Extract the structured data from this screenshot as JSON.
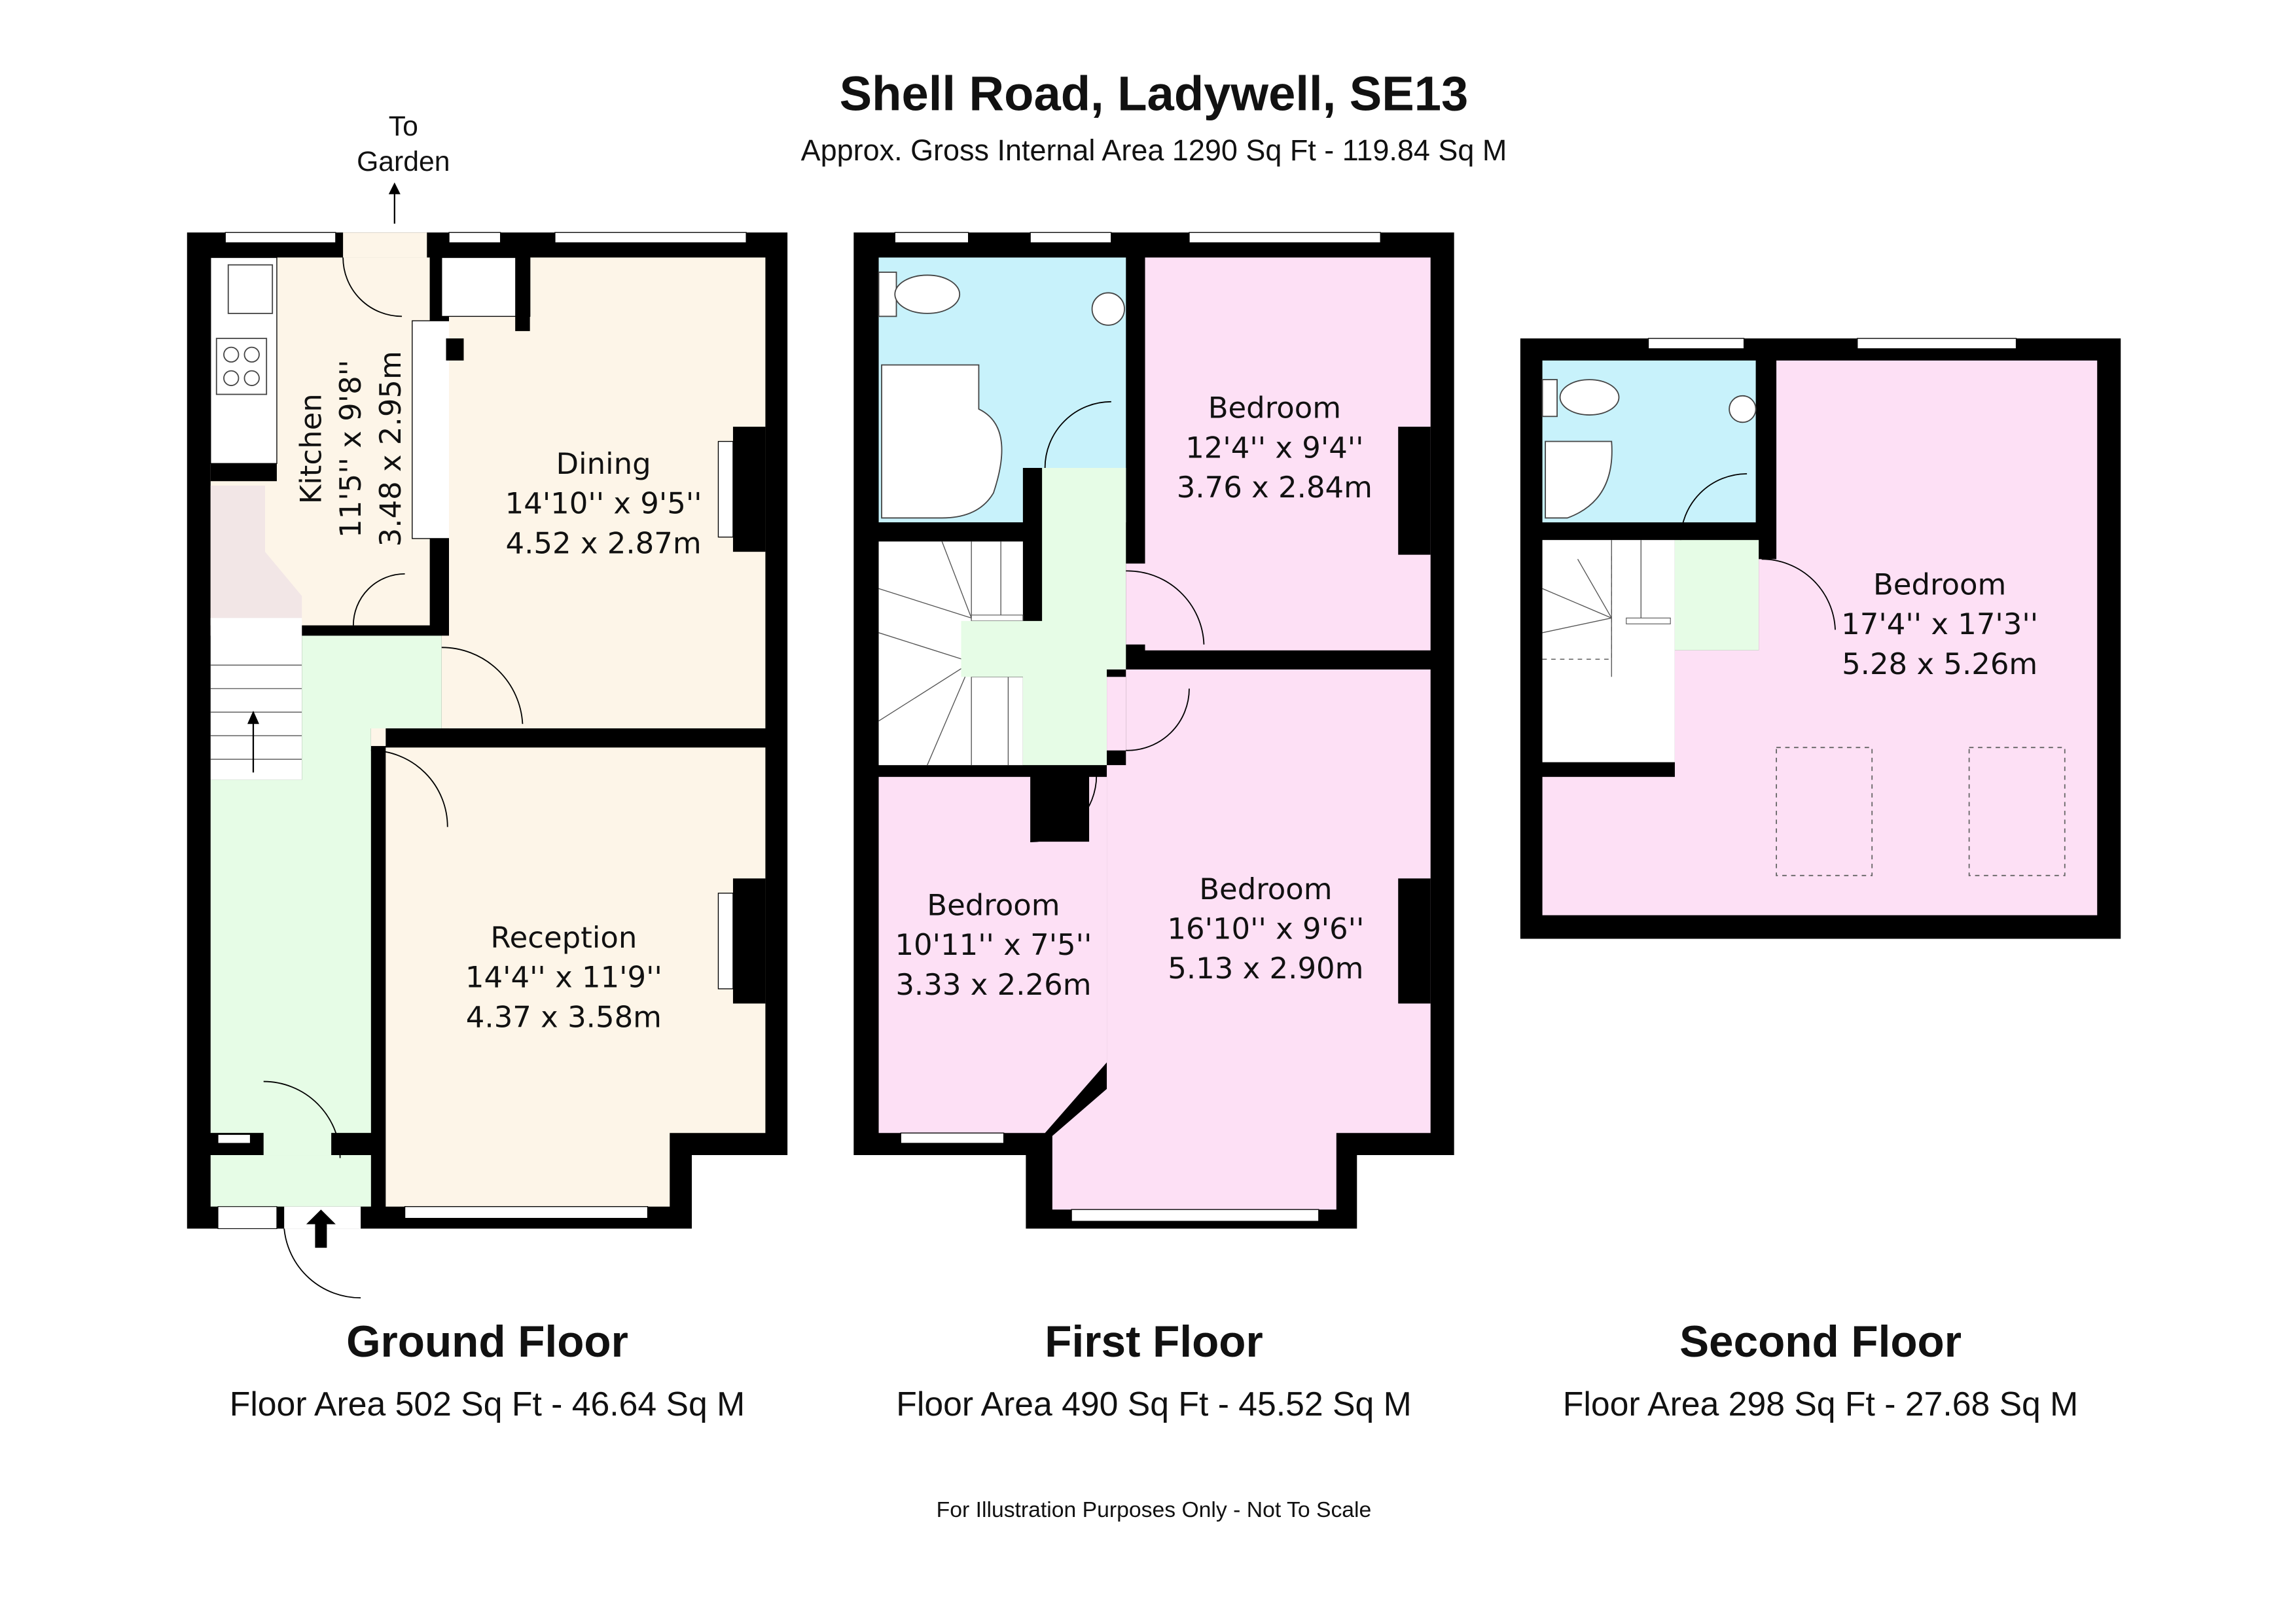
{
  "header": {
    "title": "Shell Road, Ladywell, SE13",
    "subtitle": "Approx. Gross Internal Area 1290 Sq Ft - 119.84 Sq M"
  },
  "garden_label": [
    "To",
    "Garden"
  ],
  "colors": {
    "wall": "#000000",
    "living": "#fdf5e8",
    "circulation": "#e6fce6",
    "bedroom": "#fde0f5",
    "bathroom": "#c8f2fb",
    "understairs": "#f2e6e6"
  },
  "floors": {
    "ground": {
      "name": "Ground Floor",
      "area": "Floor Area 502 Sq Ft - 46.64 Sq M",
      "rooms": {
        "kitchen": {
          "name": "Kitchen",
          "imperial": "11'5'' x 9'8''",
          "metric": "3.48 x 2.95m"
        },
        "dining": {
          "name": "Dining",
          "imperial": "14'10'' x 9'5''",
          "metric": "4.52 x 2.87m"
        },
        "reception": {
          "name": "Reception",
          "imperial": "14'4'' x 11'9''",
          "metric": "4.37 x 3.58m"
        }
      }
    },
    "first": {
      "name": "First Floor",
      "area": "Floor Area 490 Sq Ft - 45.52 Sq M",
      "rooms": {
        "bedroom_rear": {
          "name": "Bedroom",
          "imperial": "12'4'' x 9'4''",
          "metric": "3.76 x 2.84m"
        },
        "bedroom_small": {
          "name": "Bedroom",
          "imperial": "10'11'' x 7'5''",
          "metric": "3.33 x 2.26m"
        },
        "bedroom_front": {
          "name": "Bedroom",
          "imperial": "16'10'' x 9'6''",
          "metric": "5.13 x 2.90m"
        }
      }
    },
    "second": {
      "name": "Second Floor",
      "area": "Floor Area 298 Sq Ft - 27.68 Sq M",
      "rooms": {
        "bedroom": {
          "name": "Bedroom",
          "imperial": "17'4'' x 17'3''",
          "metric": "5.28 x 5.26m"
        }
      }
    }
  },
  "footer": {
    "disclaimer": "For Illustration Purposes Only - Not To Scale"
  }
}
